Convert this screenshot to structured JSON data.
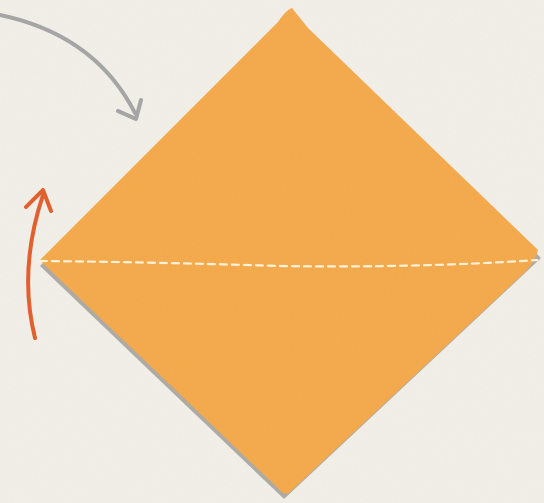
{
  "colors": {
    "background": "#f2efe8",
    "paper": "#f5a945",
    "paper_shadow": "#a9a6a0",
    "fold_line": "#fff1da",
    "arrow_gray": "#a5a5a5",
    "arrow_orange": "#e0602f"
  },
  "icons": {
    "paper": "orange-square-paper-diamond",
    "fold": "dashed-horizontal-fold-line",
    "arrow_1": "curved-gray-arrow",
    "arrow_2": "curved-orange-arrow-up"
  }
}
